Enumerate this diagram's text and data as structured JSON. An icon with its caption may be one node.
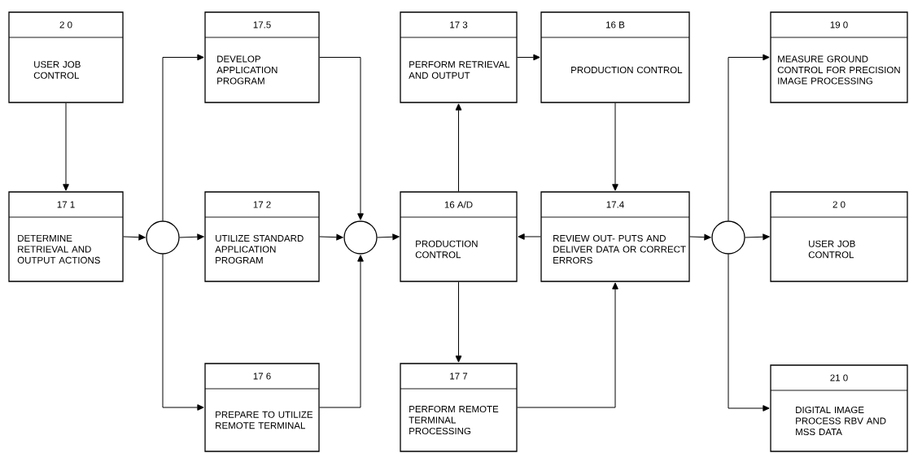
{
  "diagram": {
    "nodes": [
      {
        "text": [
          "2 0",
          "USER JOB CONTROL"
        ]
      },
      {
        "text": [
          "17.5",
          "DEVELOP APPLICATION PROGRAM"
        ]
      },
      {
        "text": [
          "17 3",
          "PERFORM RETRIEVAL AND OUTPUT"
        ]
      },
      {
        "text": [
          "16 B",
          "PRODUCTION CONTROL"
        ]
      },
      {
        "text": [
          "19 0",
          "MEASURE GROUND CONTROL FOR PRECISION IMAGE PROCESSING"
        ]
      },
      {
        "text": [
          "17 1",
          "DETERMINE RETRIEVAL AND OUTPUT ACTIONS"
        ]
      },
      {
        "text": [],
        "shape": "circle"
      },
      {
        "text": [
          "17 2",
          "UTILIZE STANDARD APPLICATION PROGRAM"
        ]
      },
      {
        "text": [],
        "shape": "circle"
      },
      {
        "text": [
          "16 A/D",
          "PRODUCTION CONTROL"
        ]
      },
      {
        "text": [
          "17.4",
          "REVIEW OUT- PUTS AND DELIVER DATA OR CORRECT ERRORS"
        ]
      },
      {
        "text": [],
        "shape": "circle"
      },
      {
        "text": [
          "2 0",
          "USER JOB CONTROL"
        ]
      },
      {
        "text": [
          "17 6",
          "PREPARE TO UTILIZE REMOTE TERMINAL"
        ]
      },
      {
        "text": [
          "17 7",
          "PERFORM REMOTE TERMINAL PROCESSING"
        ]
      },
      {
        "text": [
          "21 0",
          "DIGITAL IMAGE PROCESS RBV AND MSS DATA"
        ]
      }
    ],
    "edges": [
      {
        "from": 0,
        "to": 5,
        "arrow": "to"
      },
      {
        "from": 5,
        "to": 6,
        "arrow": "to"
      },
      {
        "from": 6,
        "to": 1,
        "arrow": "to"
      },
      {
        "from": 6,
        "to": 7,
        "arrow": "to"
      },
      {
        "from": 6,
        "to": 13,
        "arrow": "to"
      },
      {
        "from": 1,
        "to": 8,
        "arrow": "to"
      },
      {
        "from": 7,
        "to": 8,
        "arrow": "to"
      },
      {
        "from": 13,
        "to": 8,
        "arrow": "to"
      },
      {
        "from": 8,
        "to": 9,
        "arrow": "to"
      },
      {
        "from": 9,
        "to": 2,
        "arrow": "to"
      },
      {
        "from": 2,
        "to": 3,
        "arrow": "to"
      },
      {
        "from": 3,
        "to": 10,
        "arrow": "to"
      },
      {
        "from": 10,
        "to": 9,
        "arrow": "to"
      },
      {
        "from": 9,
        "to": 14,
        "arrow": "to"
      },
      {
        "from": 14,
        "to": 10,
        "arrow": "to"
      },
      {
        "from": 10,
        "to": 11,
        "arrow": "to"
      },
      {
        "from": 11,
        "to": 4,
        "arrow": "to"
      },
      {
        "from": 11,
        "to": 12,
        "arrow": "to"
      },
      {
        "from": 11,
        "to": 15,
        "arrow": "to"
      }
    ]
  }
}
